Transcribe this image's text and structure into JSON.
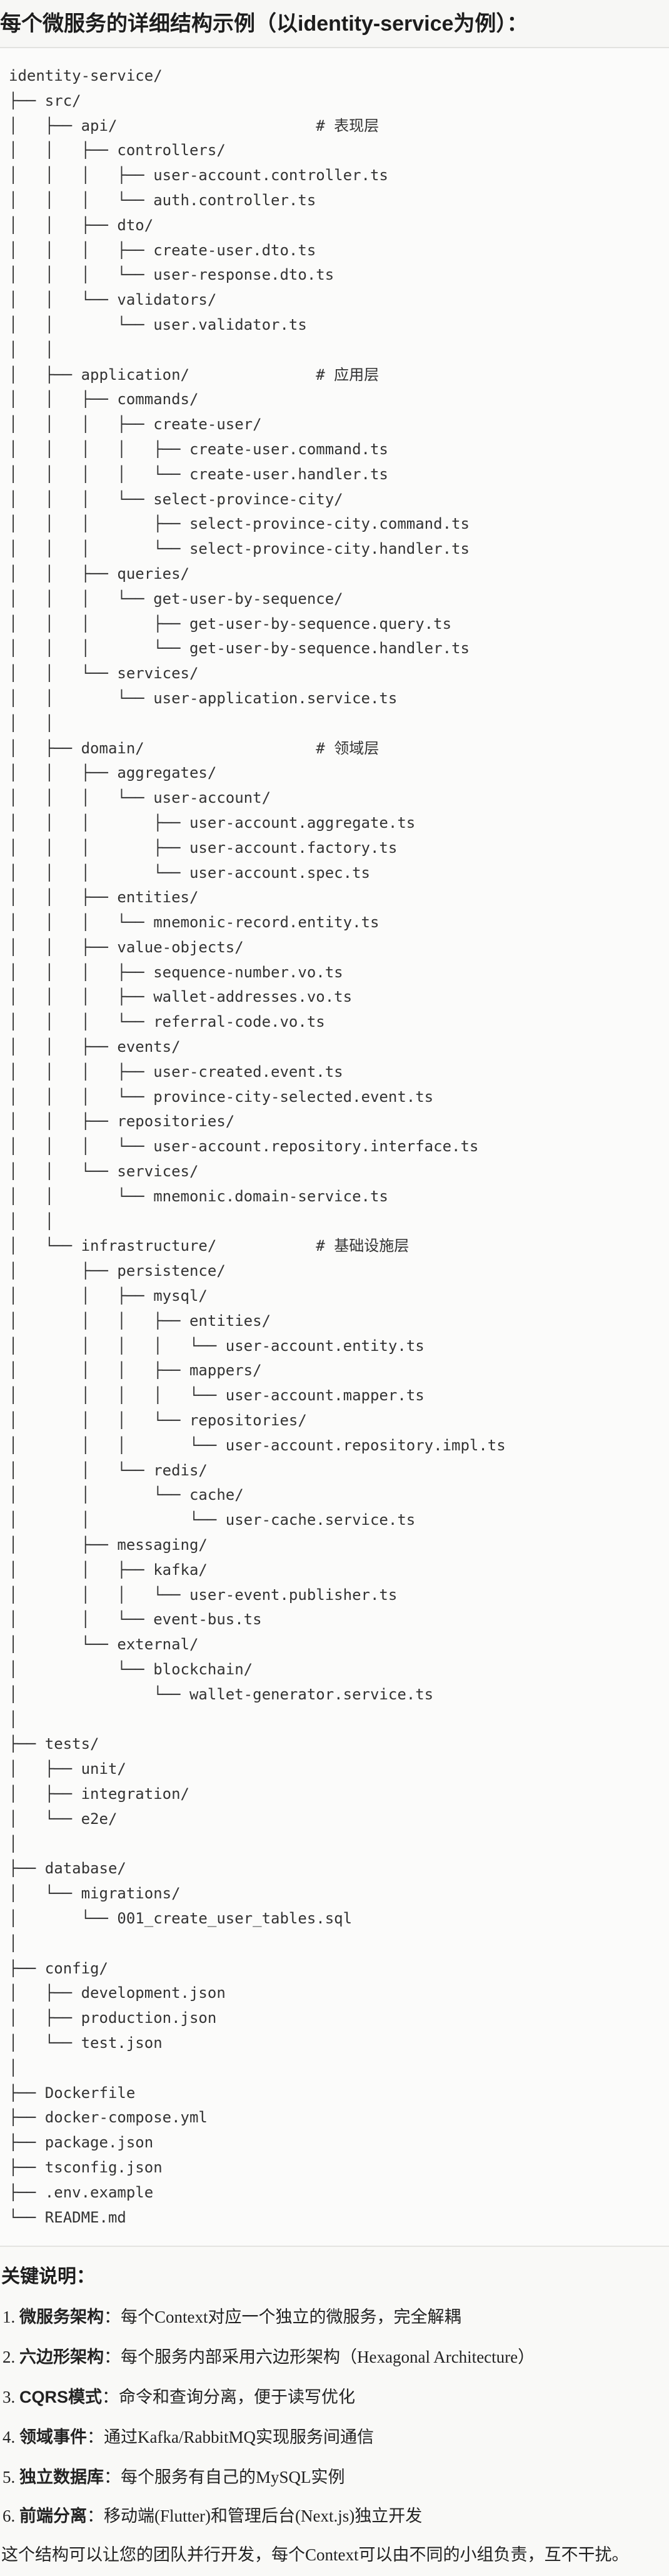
{
  "header": {
    "title": "每个微服务的详细结构示例（以identity-service为例）："
  },
  "tree": {
    "lines": [
      {
        "prefix": "",
        "name": "identity-service/"
      },
      {
        "prefix": "├── ",
        "name": "src/"
      },
      {
        "prefix": "│   ├── ",
        "name": "api/",
        "comment": "# 表现层"
      },
      {
        "prefix": "│   │   ├── ",
        "name": "controllers/"
      },
      {
        "prefix": "│   │   │   ├── ",
        "name": "user-account.controller.ts"
      },
      {
        "prefix": "│   │   │   └── ",
        "name": "auth.controller.ts"
      },
      {
        "prefix": "│   │   ├── ",
        "name": "dto/"
      },
      {
        "prefix": "│   │   │   ├── ",
        "name": "create-user.dto.ts"
      },
      {
        "prefix": "│   │   │   └── ",
        "name": "user-response.dto.ts"
      },
      {
        "prefix": "│   │   └── ",
        "name": "validators/"
      },
      {
        "prefix": "│   │       └── ",
        "name": "user.validator.ts"
      },
      {
        "prefix": "│   │",
        "name": ""
      },
      {
        "prefix": "│   ├── ",
        "name": "application/",
        "comment": "# 应用层"
      },
      {
        "prefix": "│   │   ├── ",
        "name": "commands/"
      },
      {
        "prefix": "│   │   │   ├── ",
        "name": "create-user/"
      },
      {
        "prefix": "│   │   │   │   ├── ",
        "name": "create-user.command.ts"
      },
      {
        "prefix": "│   │   │   │   └── ",
        "name": "create-user.handler.ts"
      },
      {
        "prefix": "│   │   │   └── ",
        "name": "select-province-city/"
      },
      {
        "prefix": "│   │   │       ├── ",
        "name": "select-province-city.command.ts"
      },
      {
        "prefix": "│   │   │       └── ",
        "name": "select-province-city.handler.ts"
      },
      {
        "prefix": "│   │   ├── ",
        "name": "queries/"
      },
      {
        "prefix": "│   │   │   └── ",
        "name": "get-user-by-sequence/"
      },
      {
        "prefix": "│   │   │       ├── ",
        "name": "get-user-by-sequence.query.ts"
      },
      {
        "prefix": "│   │   │       └── ",
        "name": "get-user-by-sequence.handler.ts"
      },
      {
        "prefix": "│   │   └── ",
        "name": "services/"
      },
      {
        "prefix": "│   │       └── ",
        "name": "user-application.service.ts"
      },
      {
        "prefix": "│   │",
        "name": ""
      },
      {
        "prefix": "│   ├── ",
        "name": "domain/",
        "comment": "# 领域层"
      },
      {
        "prefix": "│   │   ├── ",
        "name": "aggregates/"
      },
      {
        "prefix": "│   │   │   └── ",
        "name": "user-account/"
      },
      {
        "prefix": "│   │   │       ├── ",
        "name": "user-account.aggregate.ts"
      },
      {
        "prefix": "│   │   │       ├── ",
        "name": "user-account.factory.ts"
      },
      {
        "prefix": "│   │   │       └── ",
        "name": "user-account.spec.ts"
      },
      {
        "prefix": "│   │   ├── ",
        "name": "entities/"
      },
      {
        "prefix": "│   │   │   └── ",
        "name": "mnemonic-record.entity.ts"
      },
      {
        "prefix": "│   │   ├── ",
        "name": "value-objects/"
      },
      {
        "prefix": "│   │   │   ├── ",
        "name": "sequence-number.vo.ts"
      },
      {
        "prefix": "│   │   │   ├── ",
        "name": "wallet-addresses.vo.ts"
      },
      {
        "prefix": "│   │   │   └── ",
        "name": "referral-code.vo.ts"
      },
      {
        "prefix": "│   │   ├── ",
        "name": "events/"
      },
      {
        "prefix": "│   │   │   ├── ",
        "name": "user-created.event.ts"
      },
      {
        "prefix": "│   │   │   └── ",
        "name": "province-city-selected.event.ts"
      },
      {
        "prefix": "│   │   ├── ",
        "name": "repositories/"
      },
      {
        "prefix": "│   │   │   └── ",
        "name": "user-account.repository.interface.ts"
      },
      {
        "prefix": "│   │   └── ",
        "name": "services/"
      },
      {
        "prefix": "│   │       └── ",
        "name": "mnemonic.domain-service.ts"
      },
      {
        "prefix": "│   │",
        "name": ""
      },
      {
        "prefix": "│   └── ",
        "name": "infrastructure/",
        "comment": "# 基础设施层"
      },
      {
        "prefix": "│       ├── ",
        "name": "persistence/"
      },
      {
        "prefix": "│       │   ├── ",
        "name": "mysql/"
      },
      {
        "prefix": "│       │   │   ├── ",
        "name": "entities/"
      },
      {
        "prefix": "│       │   │   │   └── ",
        "name": "user-account.entity.ts"
      },
      {
        "prefix": "│       │   │   ├── ",
        "name": "mappers/"
      },
      {
        "prefix": "│       │   │   │   └── ",
        "name": "user-account.mapper.ts"
      },
      {
        "prefix": "│       │   │   └── ",
        "name": "repositories/"
      },
      {
        "prefix": "│       │   │       └── ",
        "name": "user-account.repository.impl.ts"
      },
      {
        "prefix": "│       │   └── ",
        "name": "redis/"
      },
      {
        "prefix": "│       │       └── ",
        "name": "cache/"
      },
      {
        "prefix": "│       │           └── ",
        "name": "user-cache.service.ts"
      },
      {
        "prefix": "│       ├── ",
        "name": "messaging/"
      },
      {
        "prefix": "│       │   ├── ",
        "name": "kafka/"
      },
      {
        "prefix": "│       │   │   └── ",
        "name": "user-event.publisher.ts"
      },
      {
        "prefix": "│       │   └── ",
        "name": "event-bus.ts"
      },
      {
        "prefix": "│       └── ",
        "name": "external/"
      },
      {
        "prefix": "│           └── ",
        "name": "blockchain/"
      },
      {
        "prefix": "│               └── ",
        "name": "wallet-generator.service.ts"
      },
      {
        "prefix": "│",
        "name": ""
      },
      {
        "prefix": "├── ",
        "name": "tests/"
      },
      {
        "prefix": "│   ├── ",
        "name": "unit/"
      },
      {
        "prefix": "│   ├── ",
        "name": "integration/"
      },
      {
        "prefix": "│   └── ",
        "name": "e2e/"
      },
      {
        "prefix": "│",
        "name": ""
      },
      {
        "prefix": "├── ",
        "name": "database/"
      },
      {
        "prefix": "│   └── ",
        "name": "migrations/"
      },
      {
        "prefix": "│       └── ",
        "name": "001_create_user_tables.sql"
      },
      {
        "prefix": "│",
        "name": ""
      },
      {
        "prefix": "├── ",
        "name": "config/"
      },
      {
        "prefix": "│   ├── ",
        "name": "development.json"
      },
      {
        "prefix": "│   ├── ",
        "name": "production.json"
      },
      {
        "prefix": "│   └── ",
        "name": "test.json"
      },
      {
        "prefix": "│",
        "name": ""
      },
      {
        "prefix": "├── ",
        "name": "Dockerfile"
      },
      {
        "prefix": "├── ",
        "name": "docker-compose.yml"
      },
      {
        "prefix": "├── ",
        "name": "package.json"
      },
      {
        "prefix": "├── ",
        "name": "tsconfig.json"
      },
      {
        "prefix": "├── ",
        "name": ".env.example"
      },
      {
        "prefix": "└── ",
        "name": "README.md"
      }
    ]
  },
  "notes": {
    "title": "关键说明：",
    "items": [
      {
        "num": "1.",
        "term": "微服务架构",
        "sep": "：",
        "desc": "每个Context对应一个独立的微服务，完全解耦"
      },
      {
        "num": "2.",
        "term": "六边形架构",
        "sep": "：",
        "desc": "每个服务内部采用六边形架构（Hexagonal Architecture）"
      },
      {
        "num": "3.",
        "term": "CQRS模式",
        "sep": "：",
        "desc": "命令和查询分离，便于读写优化"
      },
      {
        "num": "4.",
        "term": "领域事件",
        "sep": "：",
        "desc": "通过Kafka/RabbitMQ实现服务间通信"
      },
      {
        "num": "5.",
        "term": "独立数据库",
        "sep": "：",
        "desc": "每个服务有自己的MySQL实例"
      },
      {
        "num": "6.",
        "term": "前端分离",
        "sep": "：",
        "desc": "移动端(Flutter)和管理后台(Next.js)独立开发"
      }
    ],
    "summary": "这个结构可以让您的团队并行开发，每个Context可以由不同的小组负责，互不干扰。"
  }
}
